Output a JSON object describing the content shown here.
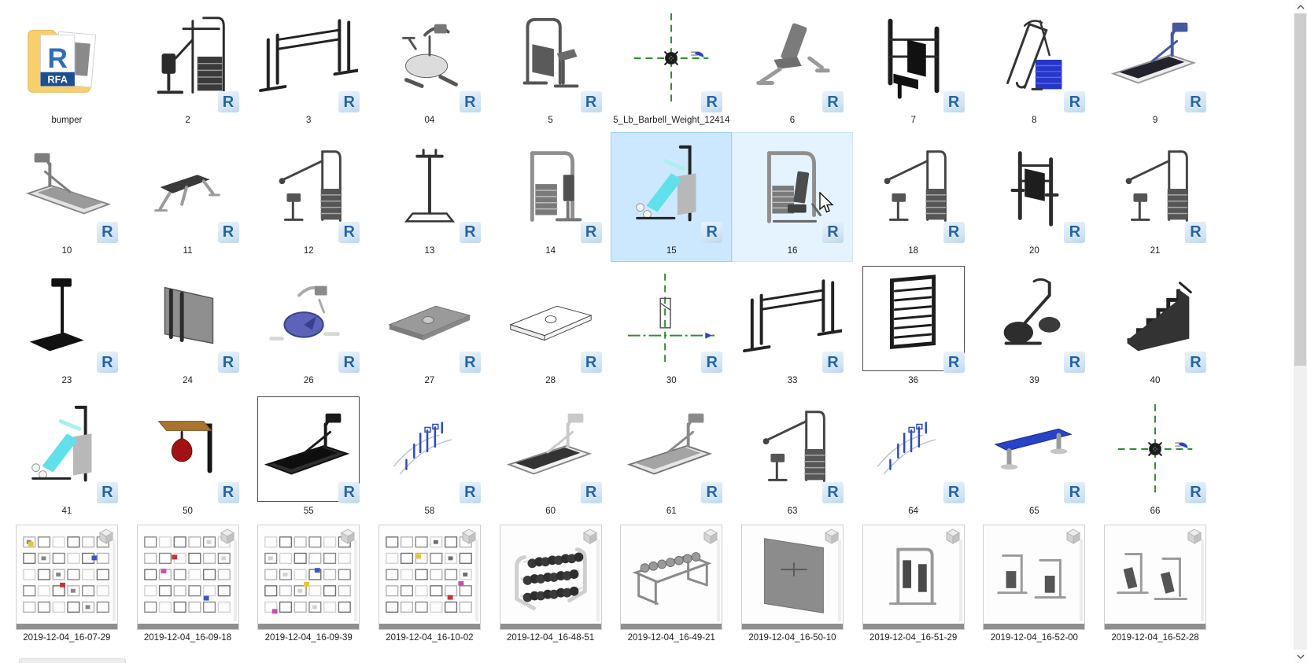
{
  "window": {
    "background": "#ffffff",
    "view": "large-icons-file-grid"
  },
  "colors": {
    "selection_fill": "#cce8ff",
    "selection_border": "#99d1ff",
    "hover_fill": "#e5f3ff",
    "hover_border": "#cce8ff",
    "scrollbar_track": "#f0f0f0",
    "scrollbar_thumb": "#cdcdcd",
    "scrollbar_arrow": "#555555",
    "label_color": "#1c1c1c",
    "revit_blue": "#2563a8",
    "folder_yellow": "#f7cf6b",
    "crosshair_green": "#2e8f2e",
    "accent_cyan": "#5fe0ea",
    "stack_blue": "#2636c8",
    "speedbag_red": "#a11212",
    "bench_blue": "#2743c8",
    "sketch_blue": "#2c49c4",
    "bike_purple": "#5b64b8",
    "wood_brown": "#a9742f"
  },
  "revit": {
    "badge_letter": "R",
    "folder_text": "RFA",
    "badge_icon": "revit-r-icon",
    "viewcube_icon": "viewcube-icon"
  },
  "cursor": {
    "visible": true,
    "shape": "arrow"
  },
  "scrollbar": {
    "up_icon": "chevron-up-icon",
    "down_icon": "chevron-down-icon"
  },
  "grid": {
    "columns": 10,
    "rows": [
      {
        "items": [
          {
            "label": "bumper",
            "type": "folder",
            "art": "folder-rfa",
            "badge": "none",
            "state": "normal",
            "framed": false
          },
          {
            "label": "2",
            "type": "rfa",
            "art": "pulldown-dark",
            "badge": "revit",
            "state": "normal",
            "framed": false
          },
          {
            "label": "3",
            "type": "rfa",
            "art": "crossover",
            "badge": "revit",
            "state": "normal",
            "framed": false
          },
          {
            "label": "04",
            "type": "rfa",
            "art": "bike-gray",
            "badge": "revit",
            "state": "normal",
            "framed": false
          },
          {
            "label": "5",
            "type": "rfa",
            "art": "seated-frame",
            "badge": "revit",
            "state": "normal",
            "framed": false
          },
          {
            "label": "5_Lb_Barbell_Weight_12414",
            "type": "rfa",
            "art": "crosshair-weight",
            "badge": "revit",
            "state": "normal",
            "framed": false
          },
          {
            "label": "6",
            "type": "rfa",
            "art": "bench-incline",
            "badge": "revit",
            "state": "normal",
            "framed": false
          },
          {
            "label": "7",
            "type": "rfa",
            "art": "frame-panels",
            "badge": "revit",
            "state": "normal",
            "framed": false
          },
          {
            "label": "8",
            "type": "rfa",
            "art": "stack-blue",
            "badge": "revit",
            "state": "normal",
            "framed": false
          },
          {
            "label": "9",
            "type": "rfa",
            "art": "treadmill-blue",
            "badge": "revit",
            "state": "normal",
            "framed": false
          }
        ]
      },
      {
        "items": [
          {
            "label": "10",
            "type": "rfa",
            "art": "treadmill-gray",
            "badge": "revit",
            "state": "normal",
            "framed": false
          },
          {
            "label": "11",
            "type": "rfa",
            "art": "bench-dark",
            "badge": "revit",
            "state": "normal",
            "framed": false
          },
          {
            "label": "12",
            "type": "rfa",
            "art": "cable-arm",
            "badge": "revit",
            "state": "normal",
            "framed": false
          },
          {
            "label": "13",
            "type": "rfa",
            "art": "stand",
            "badge": "revit",
            "state": "normal",
            "framed": false
          },
          {
            "label": "14",
            "type": "rfa",
            "art": "pulldown-gray",
            "badge": "revit",
            "state": "normal",
            "framed": false
          },
          {
            "label": "15",
            "type": "rfa",
            "art": "incline-cyan",
            "badge": "revit",
            "state": "selected",
            "framed": false
          },
          {
            "label": "16",
            "type": "rfa",
            "art": "seated-press",
            "badge": "revit",
            "state": "hover",
            "framed": false
          },
          {
            "label": "18",
            "type": "rfa",
            "art": "cable-arm",
            "badge": "revit",
            "state": "normal",
            "framed": false
          },
          {
            "label": "20",
            "type": "rfa",
            "art": "vkr",
            "badge": "revit",
            "state": "normal",
            "framed": false
          },
          {
            "label": "21",
            "type": "rfa",
            "art": "cable-arm",
            "badge": "revit",
            "state": "normal",
            "framed": false
          }
        ]
      },
      {
        "items": [
          {
            "label": "23",
            "type": "rfa",
            "art": "scale",
            "badge": "revit",
            "state": "normal",
            "framed": false
          },
          {
            "label": "24",
            "type": "rfa",
            "art": "panel",
            "badge": "revit",
            "state": "normal",
            "framed": false
          },
          {
            "label": "26",
            "type": "rfa",
            "art": "bike-blue",
            "badge": "revit",
            "state": "normal",
            "framed": false
          },
          {
            "label": "27",
            "type": "rfa",
            "art": "slab-gray",
            "badge": "revit",
            "state": "normal",
            "framed": false
          },
          {
            "label": "28",
            "type": "rfa",
            "art": "slab-white",
            "badge": "revit",
            "state": "normal",
            "framed": false
          },
          {
            "label": "30",
            "type": "rfa",
            "art": "crosshair-section",
            "badge": "revit",
            "state": "normal",
            "framed": false
          },
          {
            "label": "33",
            "type": "rfa",
            "art": "crossover",
            "badge": "revit",
            "state": "normal",
            "framed": false
          },
          {
            "label": "36",
            "type": "rfa",
            "art": "wallbars",
            "badge": "revit",
            "state": "normal",
            "framed": true
          },
          {
            "label": "39",
            "type": "rfa",
            "art": "elliptical",
            "badge": "revit",
            "state": "normal",
            "framed": false
          },
          {
            "label": "40",
            "type": "rfa",
            "art": "stairs",
            "badge": "revit",
            "state": "normal",
            "framed": false
          }
        ]
      },
      {
        "items": [
          {
            "label": "41",
            "type": "rfa",
            "art": "incline-cyan",
            "badge": "revit",
            "state": "normal",
            "framed": false
          },
          {
            "label": "50",
            "type": "rfa",
            "art": "speedbag",
            "badge": "revit",
            "state": "normal",
            "framed": false
          },
          {
            "label": "55",
            "type": "rfa",
            "art": "treadmill-black",
            "badge": "revit",
            "state": "normal",
            "framed": true
          },
          {
            "label": "58",
            "type": "rfa",
            "art": "sketch-blue",
            "badge": "revit",
            "state": "normal",
            "framed": false
          },
          {
            "label": "60",
            "type": "rfa",
            "art": "treadmill-dark",
            "badge": "revit",
            "state": "normal",
            "framed": false
          },
          {
            "label": "61",
            "type": "rfa",
            "art": "treadmill-gray2",
            "badge": "revit",
            "state": "normal",
            "framed": false
          },
          {
            "label": "63",
            "type": "rfa",
            "art": "cable-arm",
            "badge": "revit",
            "state": "normal",
            "framed": false
          },
          {
            "label": "64",
            "type": "rfa",
            "art": "sketch-blue",
            "badge": "revit",
            "state": "normal",
            "framed": false
          },
          {
            "label": "65",
            "type": "rfa",
            "art": "bench-flat",
            "badge": "revit",
            "state": "normal",
            "framed": false
          },
          {
            "label": "66",
            "type": "rfa",
            "art": "crosshair-weight",
            "badge": "revit",
            "state": "normal",
            "framed": false
          }
        ]
      },
      {
        "items": [
          {
            "label": "2019-12-04_16-07-29",
            "type": "screenshot",
            "art": "collage",
            "badge": "viewcube",
            "state": "normal",
            "framed": false
          },
          {
            "label": "2019-12-04_16-09-18",
            "type": "screenshot",
            "art": "collage",
            "badge": "viewcube",
            "state": "normal",
            "framed": false
          },
          {
            "label": "2019-12-04_16-09-39",
            "type": "screenshot",
            "art": "collage",
            "badge": "viewcube",
            "state": "normal",
            "framed": false
          },
          {
            "label": "2019-12-04_16-10-02",
            "type": "screenshot",
            "art": "collage",
            "badge": "viewcube",
            "state": "normal",
            "framed": false
          },
          {
            "label": "2019-12-04_16-48-51",
            "type": "screenshot",
            "art": "dumbbell-rack",
            "badge": "viewcube",
            "state": "normal",
            "framed": false
          },
          {
            "label": "2019-12-04_16-49-21",
            "type": "screenshot",
            "art": "dumbbell-bench",
            "badge": "viewcube",
            "state": "normal",
            "framed": false
          },
          {
            "label": "2019-12-04_16-50-10",
            "type": "screenshot",
            "art": "wall-panel",
            "badge": "viewcube",
            "state": "normal",
            "framed": false
          },
          {
            "label": "2019-12-04_16-51-29",
            "type": "screenshot",
            "art": "machine-a",
            "badge": "viewcube",
            "state": "normal",
            "framed": false
          },
          {
            "label": "2019-12-04_16-52-00",
            "type": "screenshot",
            "art": "machine-b",
            "badge": "viewcube",
            "state": "normal",
            "framed": false
          },
          {
            "label": "2019-12-04_16-52-28",
            "type": "screenshot",
            "art": "machine-c",
            "badge": "viewcube",
            "state": "normal",
            "framed": false
          }
        ]
      }
    ]
  }
}
